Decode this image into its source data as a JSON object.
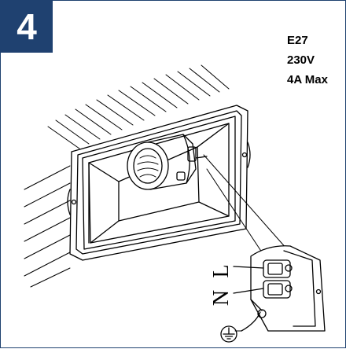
{
  "step": {
    "number": "4"
  },
  "specs": {
    "socket_type": "E27",
    "voltage": "230V",
    "max_current": "4A Max"
  },
  "wiring": {
    "neutral": "N",
    "live": "L",
    "earth_icon": "ground-symbol-icon"
  },
  "colors": {
    "accent": "#1f4170",
    "line": "#000000"
  }
}
